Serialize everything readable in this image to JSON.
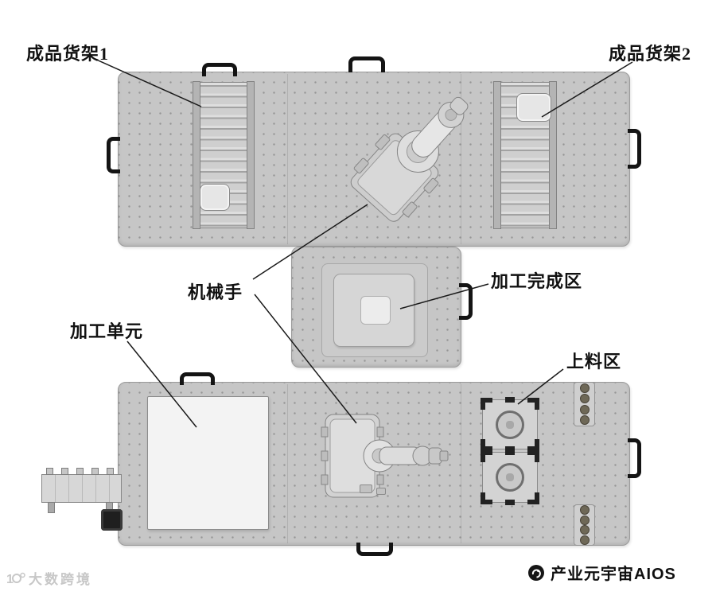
{
  "diagram": {
    "labels": {
      "shelf1": "成品货架1",
      "shelf2": "成品货架2",
      "robot": "机械手",
      "finish_area": "加工完成区",
      "machining_unit": "加工单元",
      "loading_area": "上料区"
    },
    "watermarks": {
      "left": "大数跨境",
      "right": "产业元宇宙AIOS"
    }
  },
  "colors": {
    "platform-bg": "#c6c6c6",
    "platform-dot": "#969696",
    "handle-color": "#141414",
    "label-color": "#111111",
    "line-color": "#1a1a1a",
    "wm-left-color": "#c7c7c7",
    "wm-right-color": "#0f0f0f",
    "slug-color": "#6e6857"
  }
}
